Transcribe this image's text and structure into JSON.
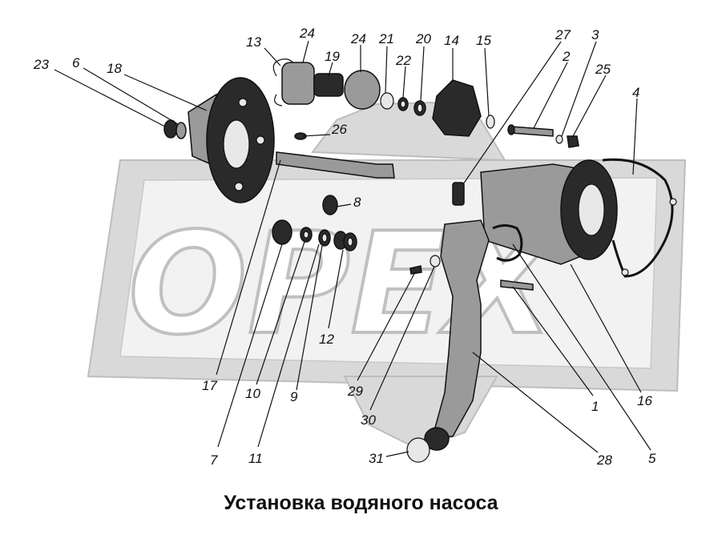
{
  "caption": "Установка водяного насоса",
  "watermark": {
    "text": "OPEX",
    "fill": "#d9d9d9",
    "outline": "#bdbdbd"
  },
  "callouts": [
    "23",
    "6",
    "18",
    "13",
    "24",
    "19",
    "24",
    "21",
    "22",
    "20",
    "14",
    "15",
    "27",
    "3",
    "2",
    "25",
    "4",
    "26",
    "8",
    "12",
    "17",
    "10",
    "9",
    "7",
    "11",
    "29",
    "30",
    "31",
    "28",
    "1",
    "5",
    "16"
  ],
  "colors": {
    "ink": "#111111",
    "metal_dark": "#2a2a2a",
    "metal_light": "#9a9a9a"
  }
}
